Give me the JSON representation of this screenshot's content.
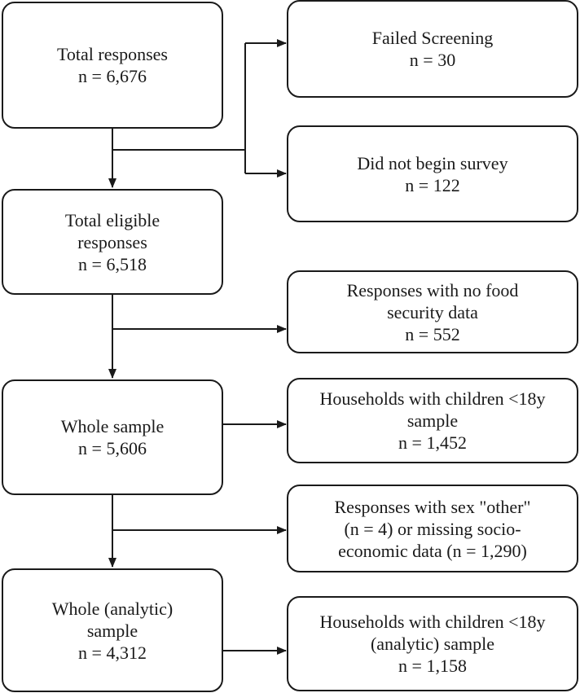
{
  "nodes": {
    "total_responses": {
      "lines": [
        "Total responses",
        "n = 6,676"
      ]
    },
    "failed_screening": {
      "lines": [
        "Failed Screening",
        "n = 30"
      ]
    },
    "did_not_begin": {
      "lines": [
        "Did not begin survey",
        "n = 122"
      ]
    },
    "total_eligible": {
      "lines": [
        "Total eligible",
        "responses",
        "n = 6,518"
      ]
    },
    "no_food_security": {
      "lines": [
        "Responses with no food",
        "security data",
        "n = 552"
      ]
    },
    "whole_sample": {
      "lines": [
        "Whole sample",
        "n = 5,606"
      ]
    },
    "households_children": {
      "lines": [
        "Households with children <18y",
        "sample",
        "n = 1,452"
      ]
    },
    "sex_other_missing": {
      "lines": [
        "Responses with sex \"other\"",
        "(n = 4) or missing socio-",
        "economic data (n = 1,290)"
      ]
    },
    "whole_analytic": {
      "lines": [
        "Whole (analytic)",
        "sample",
        "n = 4,312"
      ]
    },
    "households_children_analytic": {
      "lines": [
        "Households with children <18y",
        "(analytic) sample",
        "n = 1,158"
      ]
    }
  },
  "colors": {
    "stroke": "#1a1a1a",
    "background": "#ffffff"
  }
}
